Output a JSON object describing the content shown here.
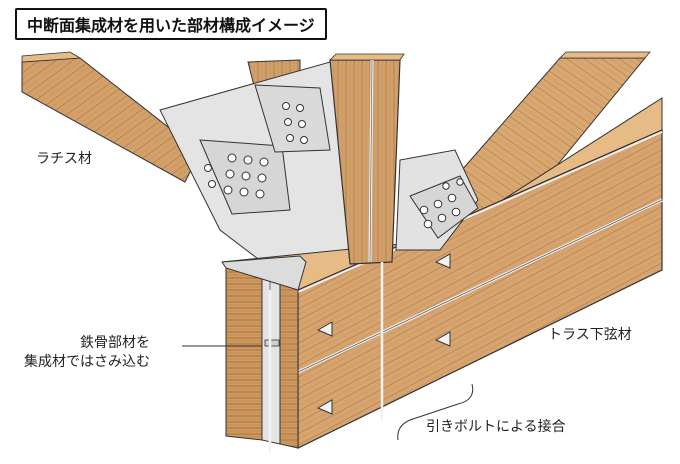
{
  "title": "中断面集成材を用いた部材構成イメージ",
  "labels": {
    "lattice": "ラチス材",
    "steel_line1": "鉄骨部材を",
    "steel_line2": "集成材ではさみ込む",
    "truss_lower_chord": "トラス下弦材",
    "bolt_joint": "引きボルトによる接合"
  },
  "colors": {
    "wood_face": "#d7a46f",
    "wood_top": "#e6bb86",
    "wood_shadow": "#b98652",
    "wood_grain": "#a8773f",
    "steel_light": "#e6e6e6",
    "steel_mid": "#cfcfcf",
    "steel_dark": "#a9a9a9",
    "line": "#333333"
  }
}
